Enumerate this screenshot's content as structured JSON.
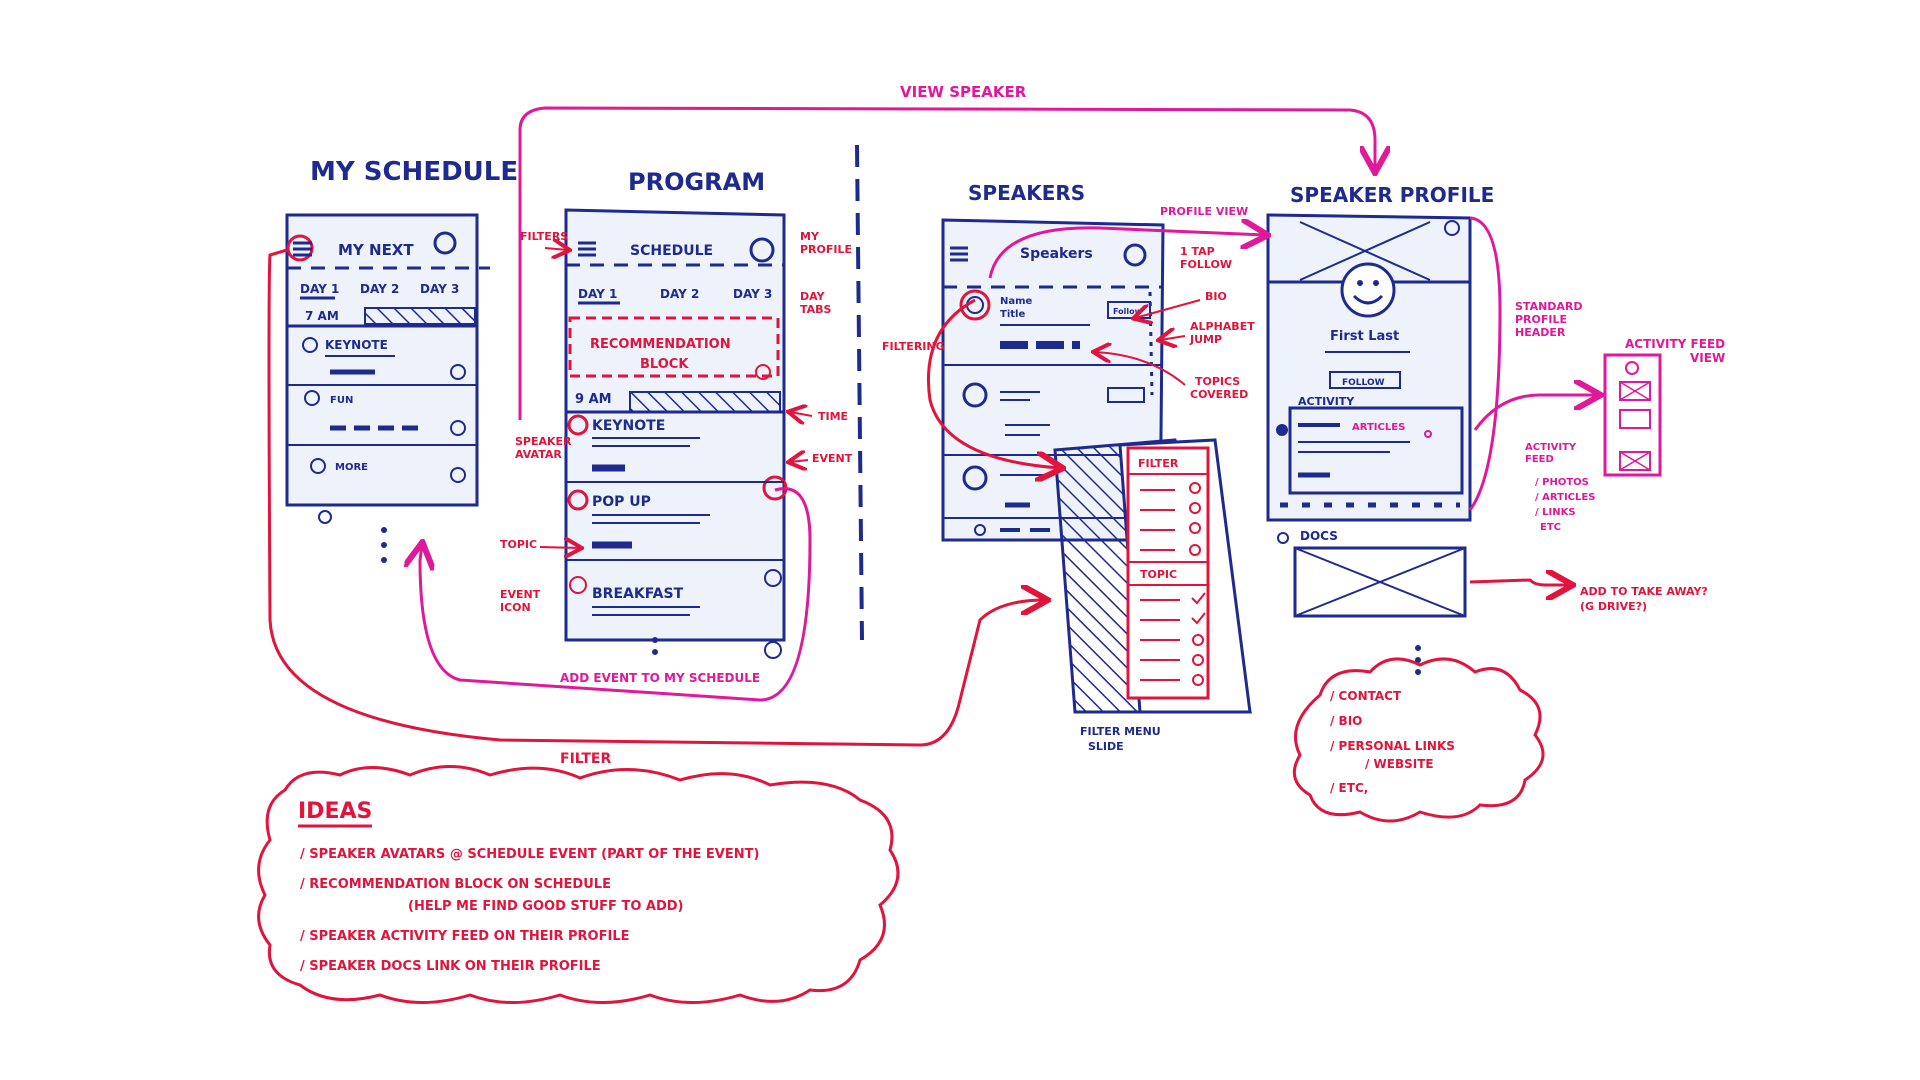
{
  "colors": {
    "blue": "#1f2a8f",
    "red": "#e0143c",
    "magenta": "#e0189a",
    "screen_fill": "#eef2fb",
    "hatch": "#1f2a8f"
  },
  "titles": {
    "my_schedule": "MY SCHEDULE",
    "program": "PROGRAM",
    "speakers": "SPEAKERS",
    "speaker_profile": "SPEAKER PROFILE"
  },
  "my_schedule": {
    "header": "MY NEXT",
    "tabs": [
      "DAY 1",
      "DAY 2",
      "DAY 3"
    ],
    "time": "7 AM",
    "items": [
      "KEYNOTE",
      "FUN",
      "MORE"
    ]
  },
  "program": {
    "header": "SCHEDULE",
    "tabs": [
      "DAY 1",
      "DAY 2",
      "DAY 3"
    ],
    "recommendation": [
      "RECOMMENDATION",
      "BLOCK"
    ],
    "time": "9 AM",
    "events": [
      "KEYNOTE",
      "POP UP",
      "BREAKFAST"
    ]
  },
  "speakers": {
    "header": "Speakers",
    "name_line1": "Name",
    "name_line2": "Title",
    "follow": "Follow"
  },
  "filter_menu": {
    "filter_label": "FILTER",
    "topic_label": "TOPIC"
  },
  "profile": {
    "name": "First Last",
    "follow": "FOLLOW",
    "activity": "ACTIVITY",
    "articles": "ARTICLES",
    "docs": "DOCS"
  },
  "activity_feed_view_label": [
    "ACTIVITY FEED",
    "VIEW"
  ],
  "annotations": {
    "view_speaker": "VIEW SPEAKER",
    "filters": "FILTERS",
    "my_profile": [
      "MY",
      "PROFILE"
    ],
    "day_tabs": [
      "DAY",
      "TABS"
    ],
    "time": "TIME",
    "event": "EVENT",
    "speaker_avatar": [
      "SPEAKER",
      "AVATAR"
    ],
    "topic": "TOPIC",
    "event_icon": [
      "EVENT",
      "ICON"
    ],
    "add_event": "ADD EVENT TO MY SCHEDULE",
    "filter": "FILTER",
    "filtering": "FILTERING",
    "profile_view": "PROFILE VIEW",
    "one_tap_follow": [
      "1 TAP",
      "FOLLOW"
    ],
    "bio": "BIO",
    "alphabet_jump": [
      "ALPHABET",
      "JUMP"
    ],
    "topics_covered": [
      "TOPICS",
      "COVERED"
    ],
    "filter_menu_slide": [
      "FILTER MENU",
      "SLIDE"
    ],
    "standard_profile_header": [
      "STANDARD",
      "PROFILE",
      "HEADER"
    ],
    "activity_feed": [
      "ACTIVITY",
      "FEED"
    ],
    "activity_items": [
      "/ PHOTOS",
      "/ ARTICLES",
      "/ LINKS",
      "ETC"
    ],
    "add_to_take_away": [
      "ADD TO TAKE AWAY?",
      "(G DRIVE?)"
    ],
    "cloud_items": [
      "/ CONTACT",
      "/ BIO",
      "/ PERSONAL LINKS",
      "/ WEBSITE",
      "/ ETC,"
    ]
  },
  "ideas": {
    "title": "IDEAS",
    "lines": [
      "/ SPEAKER AVATARS @ SCHEDULE EVENT (PART OF THE EVENT)",
      "/ RECOMMENDATION BLOCK ON SCHEDULE",
      "(HELP ME FIND GOOD STUFF TO ADD)",
      "/ SPEAKER ACTIVITY FEED ON THEIR PROFILE",
      "/ SPEAKER DOCS LINK ON THEIR PROFILE"
    ]
  }
}
